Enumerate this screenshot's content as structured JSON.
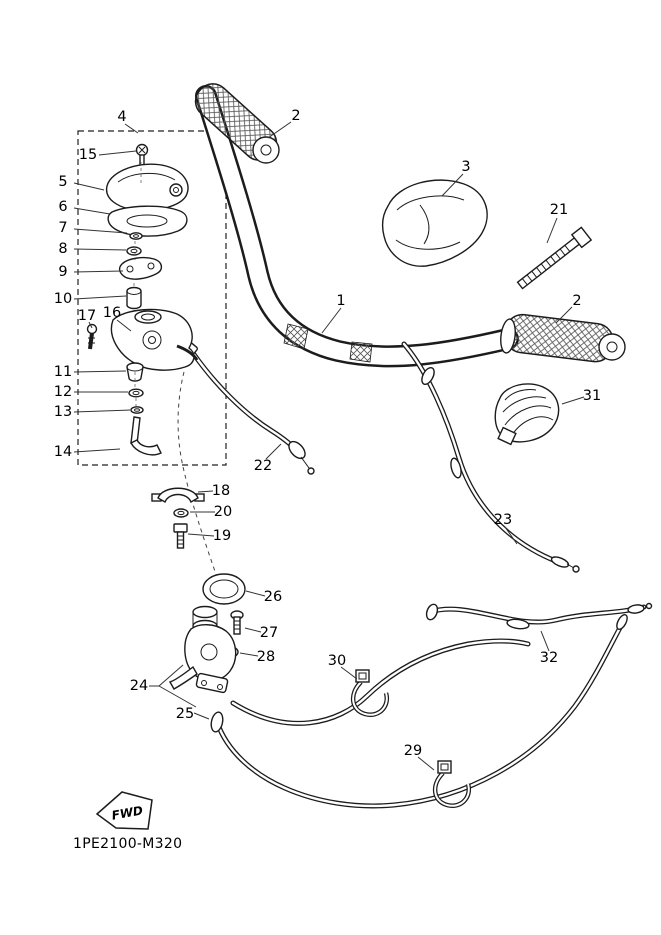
{
  "diagram": {
    "title_code": "1PE2100-M320",
    "fwd_label": "FWD"
  },
  "callouts": {
    "1": "1",
    "2": "2",
    "3": "3",
    "4": "4",
    "5": "5",
    "6": "6",
    "7": "7",
    "8": "8",
    "9": "9",
    "10": "10",
    "11": "11",
    "12": "12",
    "13": "13",
    "14": "14",
    "15": "15",
    "16": "16",
    "17": "17",
    "18": "18",
    "19": "19",
    "20": "20",
    "21": "21",
    "22": "22",
    "23": "23",
    "24": "24",
    "25": "25",
    "26": "26",
    "27": "27",
    "28": "28",
    "29": "29",
    "30": "30",
    "31": "31",
    "32": "32"
  }
}
